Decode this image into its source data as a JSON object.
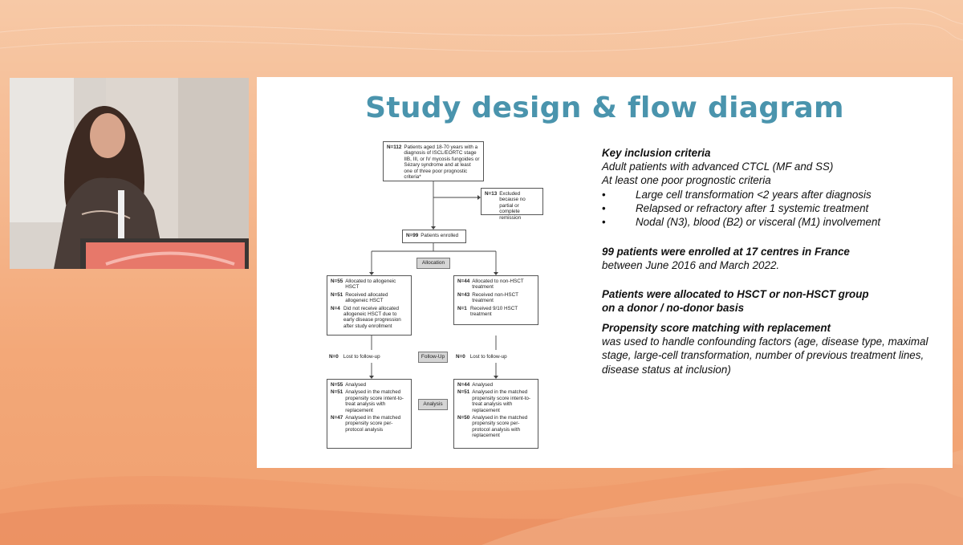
{
  "slide": {
    "title": "Study design & flow diagram"
  },
  "flow": {
    "top_box": {
      "n": "N=112",
      "text": "Patients aged 18-70 years with a diagnosis of ISCL/EORTC stage IIB, III, or IV mycosis fungoides or Sézary syndrome and at least one of three poor prognostic criteria*"
    },
    "excluded_box": {
      "n": "N=13",
      "text": "Excluded because no partial or complete remission"
    },
    "enrolled_box": {
      "n": "N=99",
      "text": "Patients enrolled"
    },
    "stage_allocation": "Allocation",
    "stage_followup": "Follow-Up",
    "stage_analysis": "Analysis",
    "left_alloc": {
      "n": "N=55",
      "text": "Allocated to allogeneic HSCT",
      "sub1_n": "N=51",
      "sub1": "Received allocated allogeneic HSCT",
      "sub2_n": "N=4",
      "sub2": "Did not receive allocated allogeneic HSCT due to early disease progression after study enrollment"
    },
    "right_alloc": {
      "n": "N=44",
      "text": "Allocated to non-HSCT treatment",
      "sub1_n": "N=43",
      "sub1": "Received non-HSCT treatment",
      "sub2_n": "N=1",
      "sub2": "Received 9/10 HSCT treatment"
    },
    "left_followup": {
      "n": "N=0",
      "text": "Lost to follow-up"
    },
    "right_followup": {
      "n": "N=0",
      "text": "Lost to follow-up"
    },
    "left_analysis": {
      "n": "N=55",
      "text": "Analysed",
      "sub1_n": "N=51",
      "sub1": "Analysed in the matched propensity score intent-to-treat analysis with replacement",
      "sub2_n": "N=47",
      "sub2": "Analysed in the matched propensity score per-protocol analysis"
    },
    "right_analysis": {
      "n": "N=44",
      "text": "Analysed",
      "sub1_n": "N=51",
      "sub1": "Analysed in the matched propensity score intent-to-treat analysis with replacement",
      "sub2_n": "N=50",
      "sub2": "Analysed in the matched propensity score per-protocol analysis with replacement"
    }
  },
  "criteria": {
    "heading": "Key inclusion criteria",
    "line1": "Adult patients with advanced CTCL (MF and SS)",
    "line2": "At least one poor prognostic criteria",
    "bullet_symbol": "•",
    "bullets": [
      "Large cell transformation <2 years after diagnosis",
      "Relapsed or refractory after 1 systemic treatment",
      "Nodal (N3), blood (B2) or visceral (M1) involvement"
    ],
    "enrolled_bold": "99 patients were enrolled at 17 centres in France",
    "enrolled_dates": "between June 2016 and March 2022.",
    "allocation_bold_1": "Patients were allocated to HSCT or non-HSCT group",
    "allocation_bold_2": "on a donor / no-donor basis",
    "psm_bold": "Propensity score matching with replacement",
    "psm_text": "was used to handle confounding factors (age, disease type, maximal stage, large-cell transformation, number of previous treatment lines, disease status at inclusion)"
  },
  "colors": {
    "title": "#4a94ad",
    "background": "#f5b88f",
    "stage_box": "#d5d5d5"
  }
}
